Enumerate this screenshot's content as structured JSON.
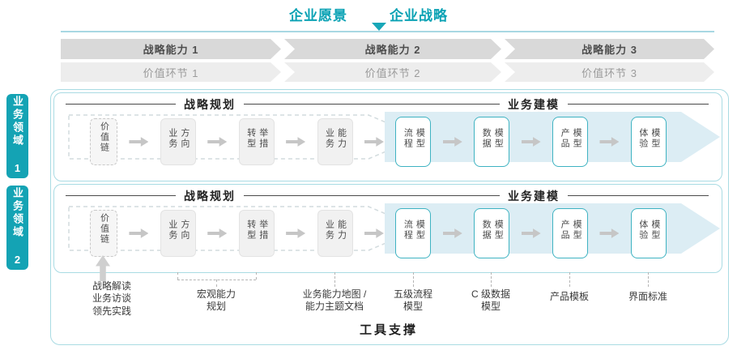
{
  "title": {
    "vision": "企业愿景",
    "strategy": "企业战略"
  },
  "capability_band": {
    "items": [
      "战略能力 1",
      "战略能力 2",
      "战略能力 3"
    ]
  },
  "value_band": {
    "items": [
      "价值环节 1",
      "价值环节 2",
      "价值环节 3"
    ]
  },
  "domains": {
    "items": [
      "业务领域 1",
      "业务领域 2"
    ]
  },
  "panel": {
    "planning_title": "战略规划",
    "modeling_title": "业务建模"
  },
  "flow_boxes": {
    "items": [
      {
        "label": "价值链",
        "type": "gray-dashed"
      },
      {
        "label": "业务方向",
        "type": "gray"
      },
      {
        "label": "转型举措",
        "type": "gray"
      },
      {
        "label": "业务能力",
        "type": "gray"
      },
      {
        "label": "流程模型",
        "type": "teal"
      },
      {
        "label": "数据模型",
        "type": "teal"
      },
      {
        "label": "产品模型",
        "type": "teal"
      },
      {
        "label": "体验模型",
        "type": "teal"
      }
    ]
  },
  "annotations": {
    "items": [
      {
        "label": "战略解读\n业务访谈\n领先实践"
      },
      {
        "label": "宏观能力\n规划"
      },
      {
        "label": "业务能力地图 /\n能力主题文档"
      },
      {
        "label": "五级流程\n模型"
      },
      {
        "label": "C 级数据\n模型"
      },
      {
        "label": "产品模板"
      },
      {
        "label": "界面标准"
      }
    ]
  },
  "footer": {
    "tool_support_label": "工具支撑"
  },
  "colors": {
    "accent_teal": "#0aa2b4",
    "panel_border": "#a9dbe3",
    "band_gray": "#d9d9d9",
    "band_light_gray": "#ededed",
    "flow_arrow_blue": "#dcedf4",
    "box_gray": "#f1f1f1",
    "teal_box_border": "#3fb3c2"
  }
}
